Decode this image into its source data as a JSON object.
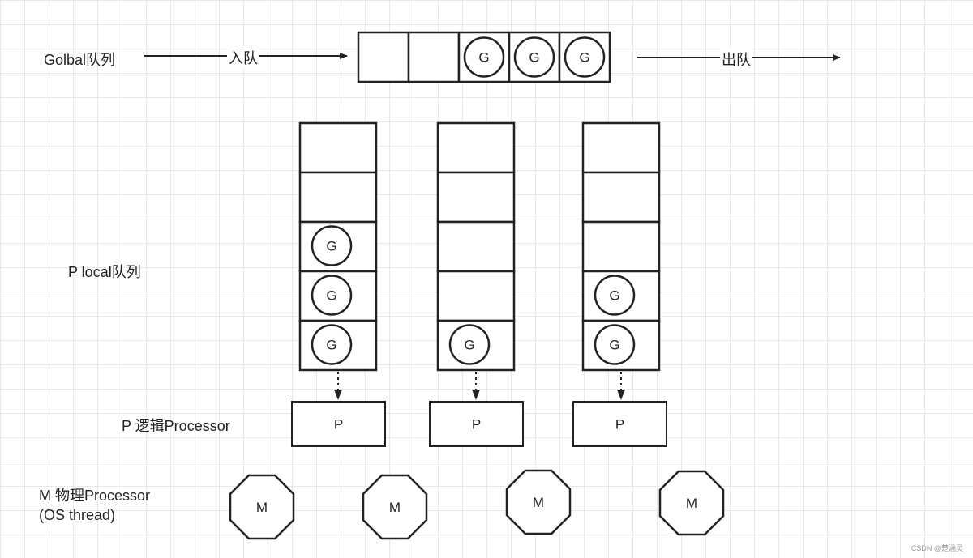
{
  "labels": {
    "global_queue": "Golbal队列",
    "local_queue": "P local队列",
    "logical_processor": "P 逻辑Processor",
    "physical_processor": "M 物理Processor\n(OS thread)"
  },
  "arrows": {
    "enqueue": "入队",
    "dequeue": "出队"
  },
  "global_queue": {
    "slots": [
      "",
      "",
      "G",
      "G",
      "G"
    ]
  },
  "local_queues": [
    {
      "slots": [
        "",
        "",
        "G",
        "G",
        "G"
      ],
      "processor": "P"
    },
    {
      "slots": [
        "",
        "",
        "",
        "",
        "G"
      ],
      "processor": "P"
    },
    {
      "slots": [
        "",
        "",
        "",
        "G",
        "G"
      ],
      "processor": "P"
    }
  ],
  "machines": [
    "M",
    "M",
    "M",
    "M"
  ],
  "watermark": "CSDN @楚涵灵"
}
